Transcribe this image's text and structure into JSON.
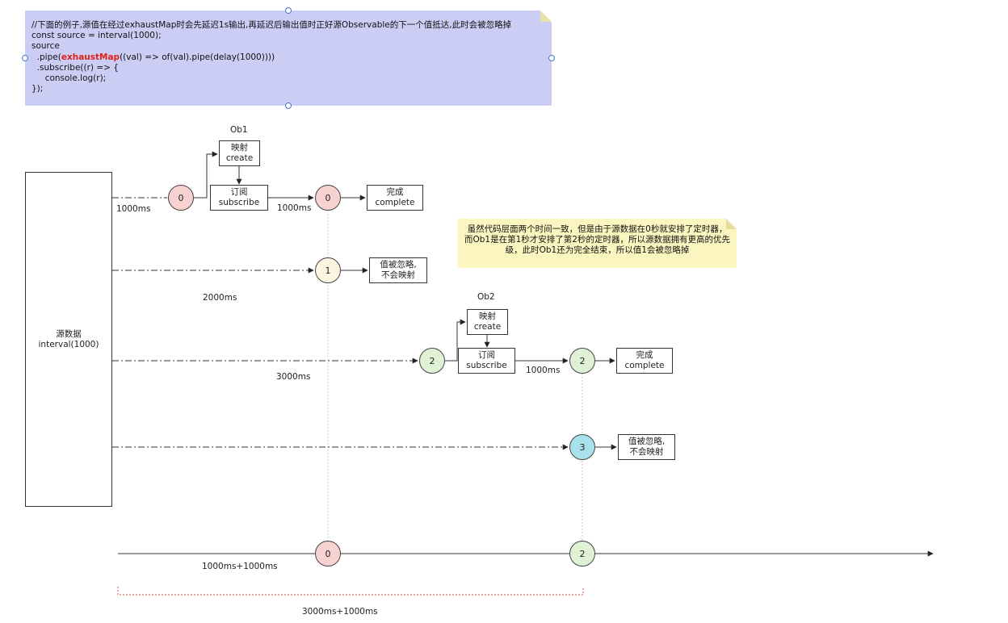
{
  "code_note": {
    "lines": [
      "//下面的例子,源值在经过exhaustMap时会先延迟1s输出,再延迟后输出值时正好源Observable的下一个值抵达,此时会被忽略掉",
      "const source = interval(1000);",
      "source",
      "  .pipe(",
      "((val) => of(val).pipe(delay(1000))))",
      "  .subscribe((r) => {",
      "     console.log(r);",
      "});"
    ],
    "highlight": "exhaustMap"
  },
  "info_note": "虽然代码层面两个时间一致，但是由于源数据在0秒就安排了定时器，而Ob1是在第1秒才安排了第2秒的定时器，所以源数据拥有更高的优先级，此时Ob1还为完全结束，所以值1会被忽略掉",
  "source_box": {
    "line1": "源数据",
    "line2": "interval(1000)"
  },
  "ob1": {
    "title": "Ob1",
    "map_box": {
      "line1": "映射",
      "line2": "create"
    },
    "sub_box": {
      "line1": "订阅",
      "line2": "subscribe"
    },
    "complete_box": {
      "line1": "完成",
      "line2": "complete"
    },
    "delay_label": "1000ms",
    "in_value": "0",
    "out_value": "0"
  },
  "ob2": {
    "title": "Ob2",
    "map_box": {
      "line1": "映射",
      "line2": "create"
    },
    "sub_box": {
      "line1": "订阅",
      "line2": "subscribe"
    },
    "complete_box": {
      "line1": "完成",
      "line2": "complete"
    },
    "delay_label": "1000ms",
    "in_value": "2",
    "out_value": "2"
  },
  "rows": [
    {
      "time_label": "1000ms"
    },
    {
      "time_label": "2000ms",
      "value": "1",
      "ignored": {
        "line1": "值被忽略,",
        "line2": "不会映射"
      }
    },
    {
      "time_label": "3000ms"
    },
    {
      "value": "3",
      "ignored": {
        "line1": "值被忽略,",
        "line2": "不会映射"
      }
    }
  ],
  "output": {
    "values": [
      "0",
      "2"
    ],
    "label_first": "1000ms+1000ms",
    "label_second": "3000ms+1000ms"
  },
  "colors": {
    "code_bg": "#cccdf5",
    "note_bg": "#fbf5c0",
    "pink": "#f7d2d0",
    "cream": "#fdf5e0",
    "green": "#dff2d5",
    "cyan": "#a8e1ec",
    "highlight": "#e0201b",
    "bracket": "#d9534f"
  }
}
